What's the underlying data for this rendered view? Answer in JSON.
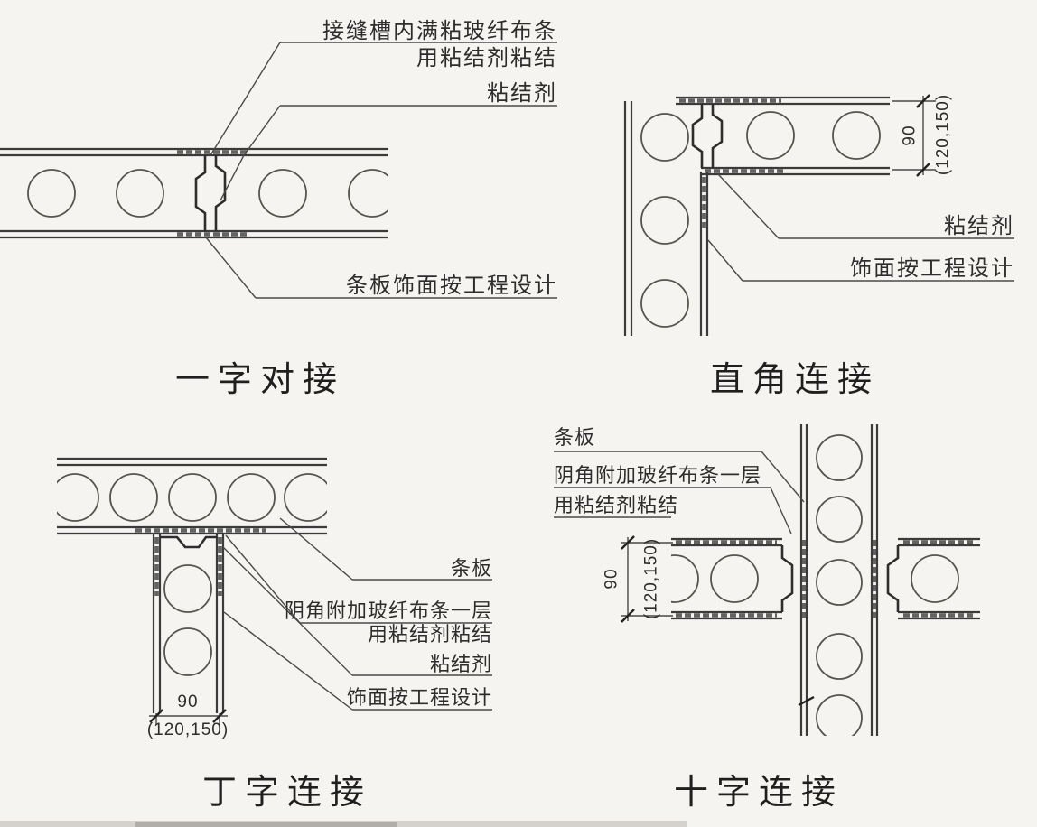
{
  "colors": {
    "background": "#f6f4f0",
    "line": "#3b3b3b"
  },
  "diagrams": {
    "straight": {
      "title": "一字对接",
      "labels": {
        "seam_note_line1": "接缝槽内满粘玻纤布条",
        "seam_note_line2": "用粘结剂粘结",
        "adhesive": "粘结剂",
        "finish": "条板饰面按工程设计"
      }
    },
    "right_angle": {
      "title": "直角连接",
      "labels": {
        "adhesive": "粘结剂",
        "finish": "饰面按工程设计"
      },
      "dimension": {
        "value": "90",
        "range": "(120,150)"
      }
    },
    "tee": {
      "title": "丁字连接",
      "labels": {
        "panel": "条板",
        "corner_note_line1": "阴角附加玻纤布条一层",
        "corner_note_line2": "用粘结剂粘结",
        "adhesive": "粘结剂",
        "finish": "饰面按工程设计"
      },
      "dimension": {
        "value": "90",
        "range": "(120,150)"
      }
    },
    "cross": {
      "title": "十字连接",
      "labels": {
        "panel": "条板",
        "corner_note_line1": "阴角附加玻纤布条一层",
        "corner_note_line2": "用粘结剂粘结"
      },
      "dimension": {
        "value": "90",
        "range": "(120,150)"
      }
    }
  }
}
